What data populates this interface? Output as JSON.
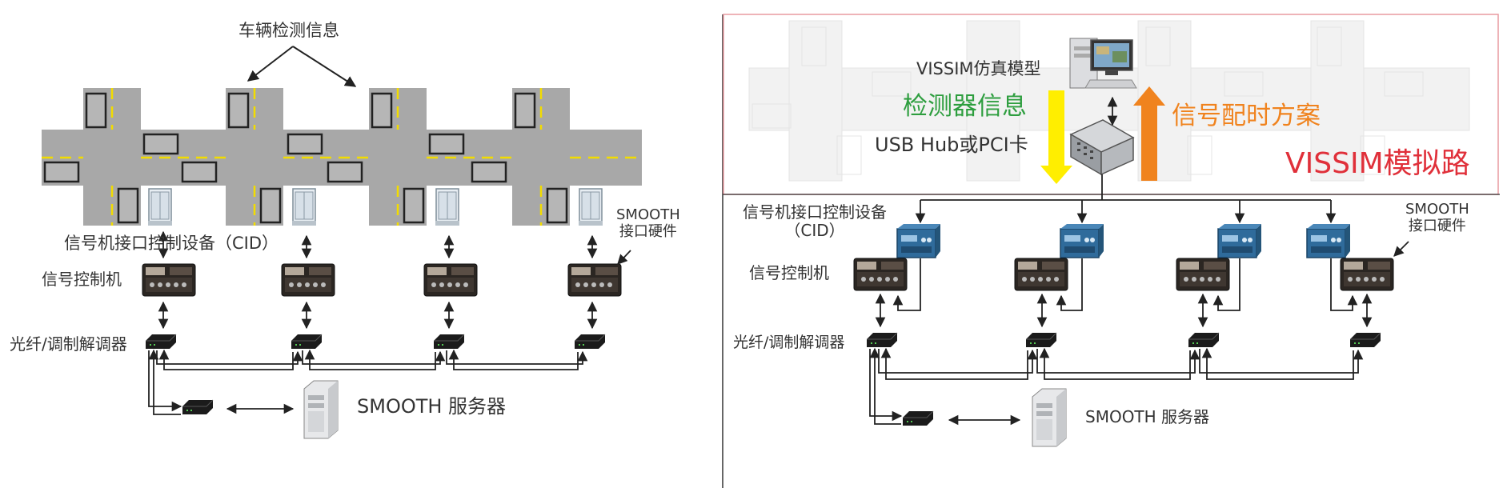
{
  "left_panel": {
    "vehicle_detection_label": "车辆检测信息",
    "cid_label": "信号机接口控制设备（CID）",
    "smooth_hw_label": [
      "SMOOTH",
      "接口硬件"
    ],
    "controller_label": "信号控制机",
    "modem_label": "光纤/调制解调器",
    "server_label": "SMOOTH 服务器"
  },
  "right_panel": {
    "vissim_model_label": "VISSIM仿真模型",
    "detector_info_label": "检测器信息",
    "signal_timing_label": "信号配时方案",
    "usb_label": "USB Hub或PCI卡",
    "vissim_road_label": "VISSIM模拟路",
    "cid_label": [
      "信号机接口控制设备",
      "（CID）"
    ],
    "smooth_hw_label": [
      "SMOOTH",
      "接口硬件"
    ],
    "controller_label": "信号控制机",
    "modem_label": "光纤/调制解调器",
    "server_label": "SMOOTH 服务器"
  },
  "colors": {
    "road": "#a8a8a8",
    "lane_marking": "#f2dc00",
    "detector_info_text": "#2e9e3f",
    "signal_timing_text": "#f0831e",
    "vissim_road_text": "#e0303a",
    "frame_border": "#e89aa0",
    "arrow_yellow": "#ffee00",
    "arrow_orange": "#f0831e",
    "cid_device_blue": "#2f6b9b"
  }
}
